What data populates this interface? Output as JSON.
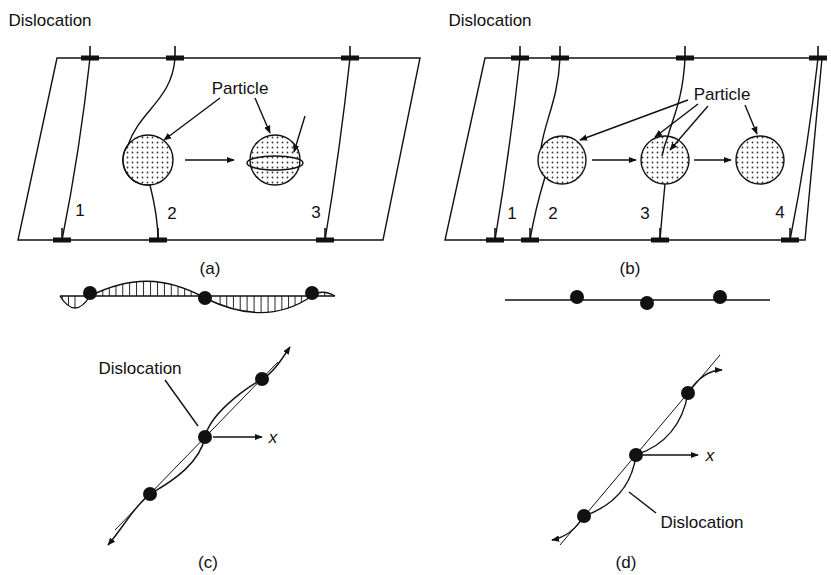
{
  "diagram": {
    "labels": [
      "Dislocation",
      "Particle",
      "1",
      "2",
      "3",
      "(a)",
      "Dislocation",
      "Particle",
      "1",
      "2",
      "3",
      "4",
      "(b)",
      "Dislocation",
      "x",
      "(c)",
      "x",
      "Dislocation",
      "(d)"
    ]
  }
}
